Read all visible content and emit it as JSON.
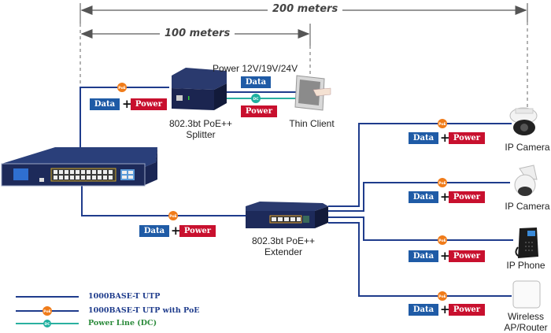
{
  "distances": {
    "long": "200 meters",
    "short": "100 meters"
  },
  "tags": {
    "data": "Data",
    "power": "Power",
    "plus": "+"
  },
  "badges": {
    "poe": "PoE",
    "dc": "DC"
  },
  "splitter_segment": {
    "power_voltage": "Power 12V/19V/24V",
    "device_label_line1": "802.3bt PoE++",
    "device_label_line2": "Splitter",
    "client_label": "Thin Client"
  },
  "extender": {
    "label_line1": "802.3bt PoE++",
    "label_line2": "Extender"
  },
  "endpoints": [
    {
      "label_line1": "IP Camera",
      "label_line2": "",
      "type": "dome-camera"
    },
    {
      "label_line1": "IP Camera",
      "label_line2": "",
      "type": "ptz-camera"
    },
    {
      "label_line1": "IP Phone",
      "label_line2": "",
      "type": "ip-phone"
    },
    {
      "label_line1": "Wireless",
      "label_line2": "AP/Router",
      "type": "wireless-ap"
    }
  ],
  "legend": [
    {
      "label": "1000BASE-T UTP",
      "color": "#1f3c8c"
    },
    {
      "label": "1000BASE-T UTP with PoE",
      "color": "#1f3c8c"
    },
    {
      "label": "Power Line (DC)",
      "color": "#2a8a3a"
    }
  ],
  "colors": {
    "utp_line": "#1f3c8c",
    "dc_line": "#2ab0a0",
    "poe_badge": "#f07c1a",
    "dc_badge": "#1fb0a0",
    "data_tag": "#1f5ba6",
    "power_tag": "#c8102e",
    "device_body": "#1d2a5a"
  }
}
